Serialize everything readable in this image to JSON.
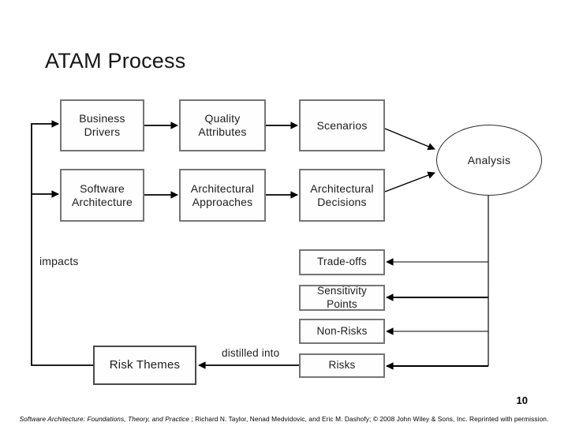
{
  "title": "ATAM Process",
  "page_number": "10",
  "footer": {
    "book_title": "Software Architecture: Foundations, Theory, and Practice",
    "credits": " ; Richard N. Taylor, Nenad Medvidovic, and Eric M. Dashofy; © 2008 John Wiley & Sons, Inc. Reprinted with permission."
  },
  "diagram": {
    "type": "flow-diagram",
    "nodes": {
      "business_drivers": "Business Drivers",
      "quality_attributes": "Quality Attributes",
      "scenarios": "Scenarios",
      "software_architecture": "Software Architecture",
      "architectural_approaches": "Architectural Approaches",
      "architectural_decisions": "Architectural Decisions",
      "analysis": "Analysis",
      "trade_offs": "Trade-offs",
      "sensitivity_points": "Sensitivity Points",
      "non_risks": "Non-Risks",
      "risks": "Risks",
      "risk_themes": "Risk Themes"
    },
    "edge_labels": {
      "impacts": "impacts",
      "distilled_into": "distilled into"
    },
    "colors": {
      "box_border": "#757575",
      "box_fill": "#fefefe",
      "line": "#000000",
      "text": "#1c1c1c"
    },
    "edges": [
      {
        "from": "business_drivers",
        "to": "quality_attributes"
      },
      {
        "from": "quality_attributes",
        "to": "scenarios"
      },
      {
        "from": "software_architecture",
        "to": "architectural_approaches"
      },
      {
        "from": "architectural_approaches",
        "to": "architectural_decisions"
      },
      {
        "from": "scenarios",
        "to": "analysis"
      },
      {
        "from": "architectural_decisions",
        "to": "analysis"
      },
      {
        "from": "analysis",
        "to": "trade_offs"
      },
      {
        "from": "analysis",
        "to": "sensitivity_points"
      },
      {
        "from": "analysis",
        "to": "non_risks"
      },
      {
        "from": "analysis",
        "to": "risks"
      },
      {
        "from": "risks",
        "to": "risk_themes",
        "label": "distilled into"
      },
      {
        "from": "risk_themes",
        "to": "business_drivers",
        "label": "impacts"
      },
      {
        "from": "risk_themes",
        "to": "software_architecture",
        "label": "impacts"
      }
    ]
  }
}
